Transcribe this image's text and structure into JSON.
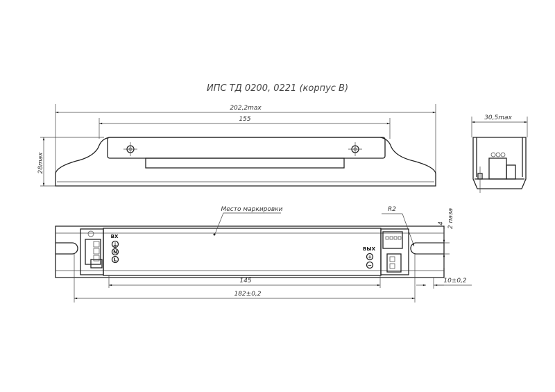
{
  "title": "ИПС ТД 0200, 0221 (корпус В)",
  "side_view": {
    "overall_length": "202,2max",
    "mount_spacing": "155",
    "height": "28max"
  },
  "end_view": {
    "width": "30,5max"
  },
  "top_view": {
    "marking_label": "Место маркировки",
    "radius_label": "R2",
    "slot_width": "4",
    "slot_count": "2 паза",
    "body_length": "145",
    "hole_spacing": "182±0,2",
    "edge_offset": "10±0,2",
    "input_label": "ВХ",
    "output_label": "ВЫХ",
    "input_terminals": [
      "⏚",
      "N",
      "L"
    ],
    "output_terminals": [
      "+",
      "−"
    ]
  }
}
